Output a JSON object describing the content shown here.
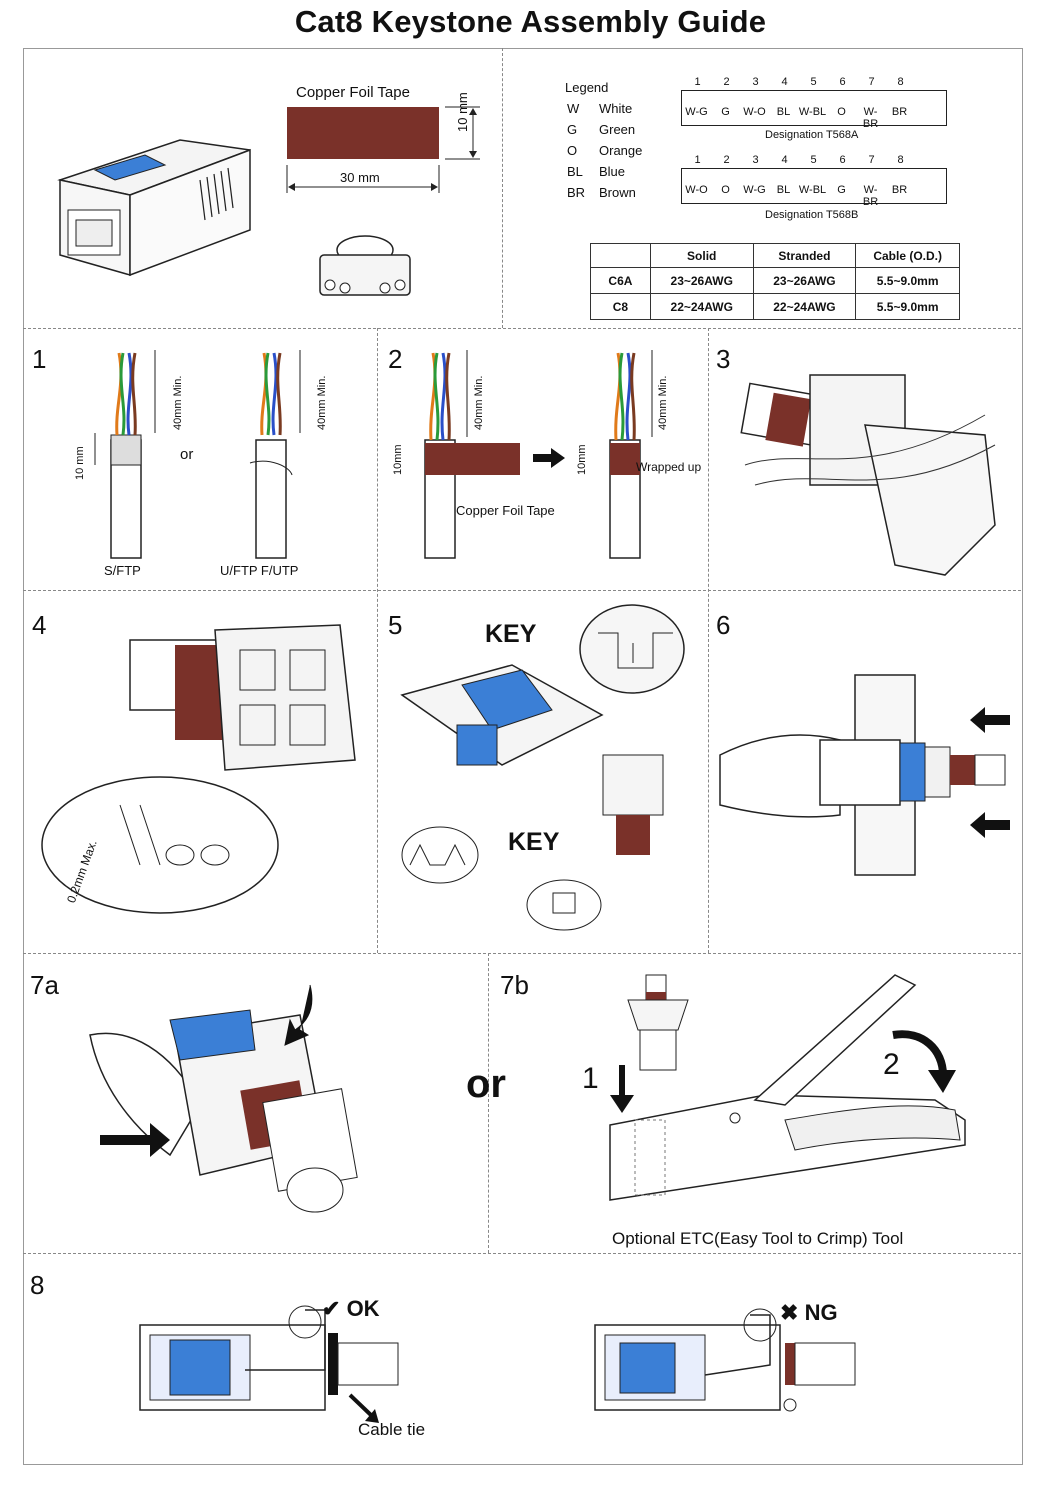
{
  "title": "Cat8 Keystone Assembly Guide",
  "header": {
    "copper_foil_tape": "Copper Foil Tape",
    "dim_10mm": "10 mm",
    "dim_30mm": "30 mm"
  },
  "legend": {
    "title": "Legend",
    "items": [
      {
        "code": "W",
        "name": "White"
      },
      {
        "code": "G",
        "name": "Green"
      },
      {
        "code": "O",
        "name": "Orange"
      },
      {
        "code": "BL",
        "name": "Blue"
      },
      {
        "code": "BR",
        "name": "Brown"
      }
    ]
  },
  "t568a": {
    "pins": [
      "1",
      "2",
      "3",
      "4",
      "5",
      "6",
      "7",
      "8"
    ],
    "colors": [
      "W-G",
      "G",
      "W-O",
      "BL",
      "W-BL",
      "O",
      "W-BR",
      "BR"
    ],
    "caption": "Designation T568A"
  },
  "t568b": {
    "pins": [
      "1",
      "2",
      "3",
      "4",
      "5",
      "6",
      "7",
      "8"
    ],
    "colors": [
      "W-O",
      "O",
      "W-G",
      "BL",
      "W-BL",
      "G",
      "W-BR",
      "BR"
    ],
    "caption": "Designation T568B"
  },
  "spec_table": {
    "headers": [
      "",
      "Solid",
      "Stranded",
      "Cable (O.D.)"
    ],
    "rows": [
      [
        "C6A",
        "23~26AWG",
        "23~26AWG",
        "5.5~9.0mm"
      ],
      [
        "C8",
        "22~24AWG",
        "22~24AWG",
        "5.5~9.0mm"
      ]
    ]
  },
  "step1": {
    "num": "1",
    "dim_40": "40mm Min.",
    "dim_10": "10 mm",
    "or": "or",
    "label_left": "S/FTP",
    "label_right": "U/FTP  F/UTP"
  },
  "step2": {
    "num": "2",
    "dim_40": "40mm Min.",
    "dim_10": "10mm",
    "tape_label": "Copper Foil Tape",
    "wrapped": "Wrapped up"
  },
  "step3": {
    "num": "3"
  },
  "step4": {
    "num": "4",
    "max_label": "0.2mm Max."
  },
  "step5": {
    "num": "5",
    "key_top": "KEY",
    "key_bottom": "KEY"
  },
  "step6": {
    "num": "6"
  },
  "step7a": {
    "num": "7a",
    "or": "or"
  },
  "step7b": {
    "num": "7b",
    "s1": "1",
    "s2": "2",
    "caption": "Optional ETC(Easy Tool to Crimp) Tool"
  },
  "step8": {
    "num": "8",
    "ok": "OK",
    "ng": "NG",
    "cable_tie": "Cable tie"
  },
  "colors": {
    "brown": "#7a3129",
    "blue": "#3b7fd6",
    "line": "#222222"
  }
}
